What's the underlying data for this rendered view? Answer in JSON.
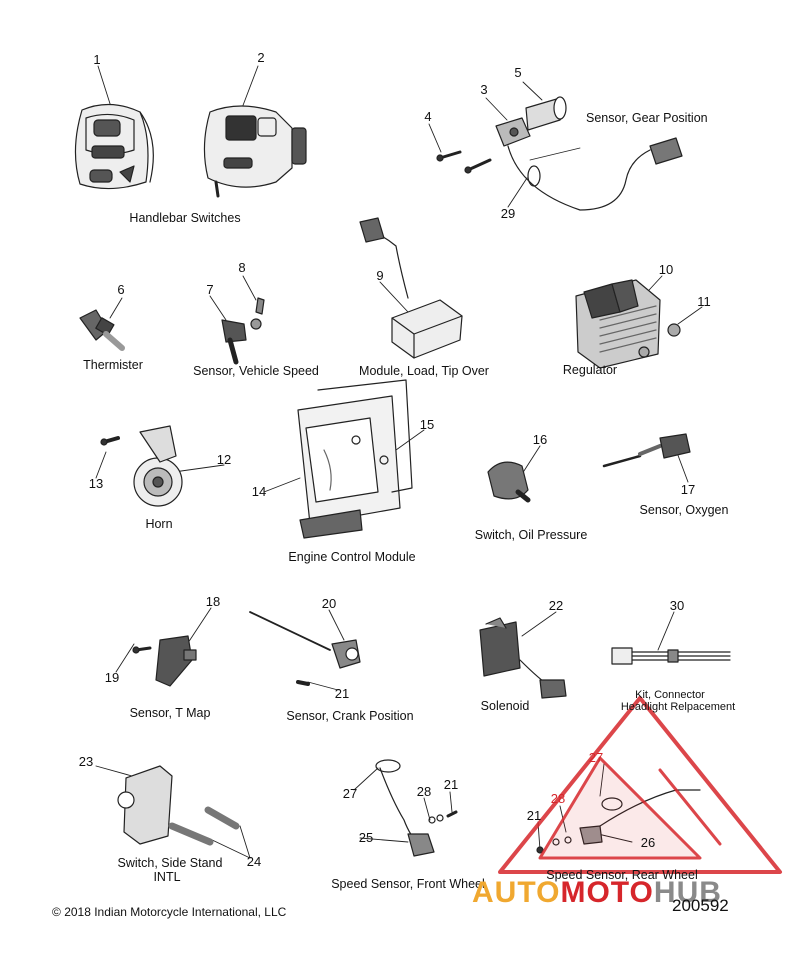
{
  "captions": {
    "handlebar": "Handlebar Switches",
    "gear": "Sensor, Gear Position",
    "thermister": "Thermister",
    "vss": "Sensor, Vehicle Speed",
    "tipover": "Module, Load, Tip Over",
    "regulator": "Regulator",
    "horn": "Horn",
    "ecm": "Engine Control Module",
    "oil": "Switch, Oil Pressure",
    "oxygen": "Sensor, Oxygen",
    "tmap": "Sensor, T Map",
    "crank": "Sensor, Crank Position",
    "solenoid": "Solenoid",
    "kit_line1": "Kit, Connector",
    "kit_line2": "Headlight Relpacement",
    "side_line1": "Switch, Side Stand",
    "side_line2": "INTL",
    "front": "Speed Sensor, Front Wheel",
    "rear": "Speed Sensor, Rear Wheel"
  },
  "callouts": [
    "1",
    "2",
    "3",
    "4",
    "5",
    "29",
    "6",
    "7",
    "8",
    "9",
    "10",
    "11",
    "12",
    "13",
    "14",
    "15",
    "16",
    "17",
    "18",
    "19",
    "20",
    "21",
    "22",
    "30",
    "23",
    "24",
    "27",
    "28",
    "21",
    "25",
    "27",
    "28",
    "21",
    "26"
  ],
  "copyright_symbol": "©",
  "copyright": "2018 Indian Motorcycle International, LLC",
  "figure_number": "200592",
  "watermark": {
    "part1": "AUTO",
    "part2": "MOTO",
    "part3": "HUB",
    "color_red": "#d6262b",
    "color_orange": "#f0a830",
    "color_gray": "#8a8a8a"
  }
}
